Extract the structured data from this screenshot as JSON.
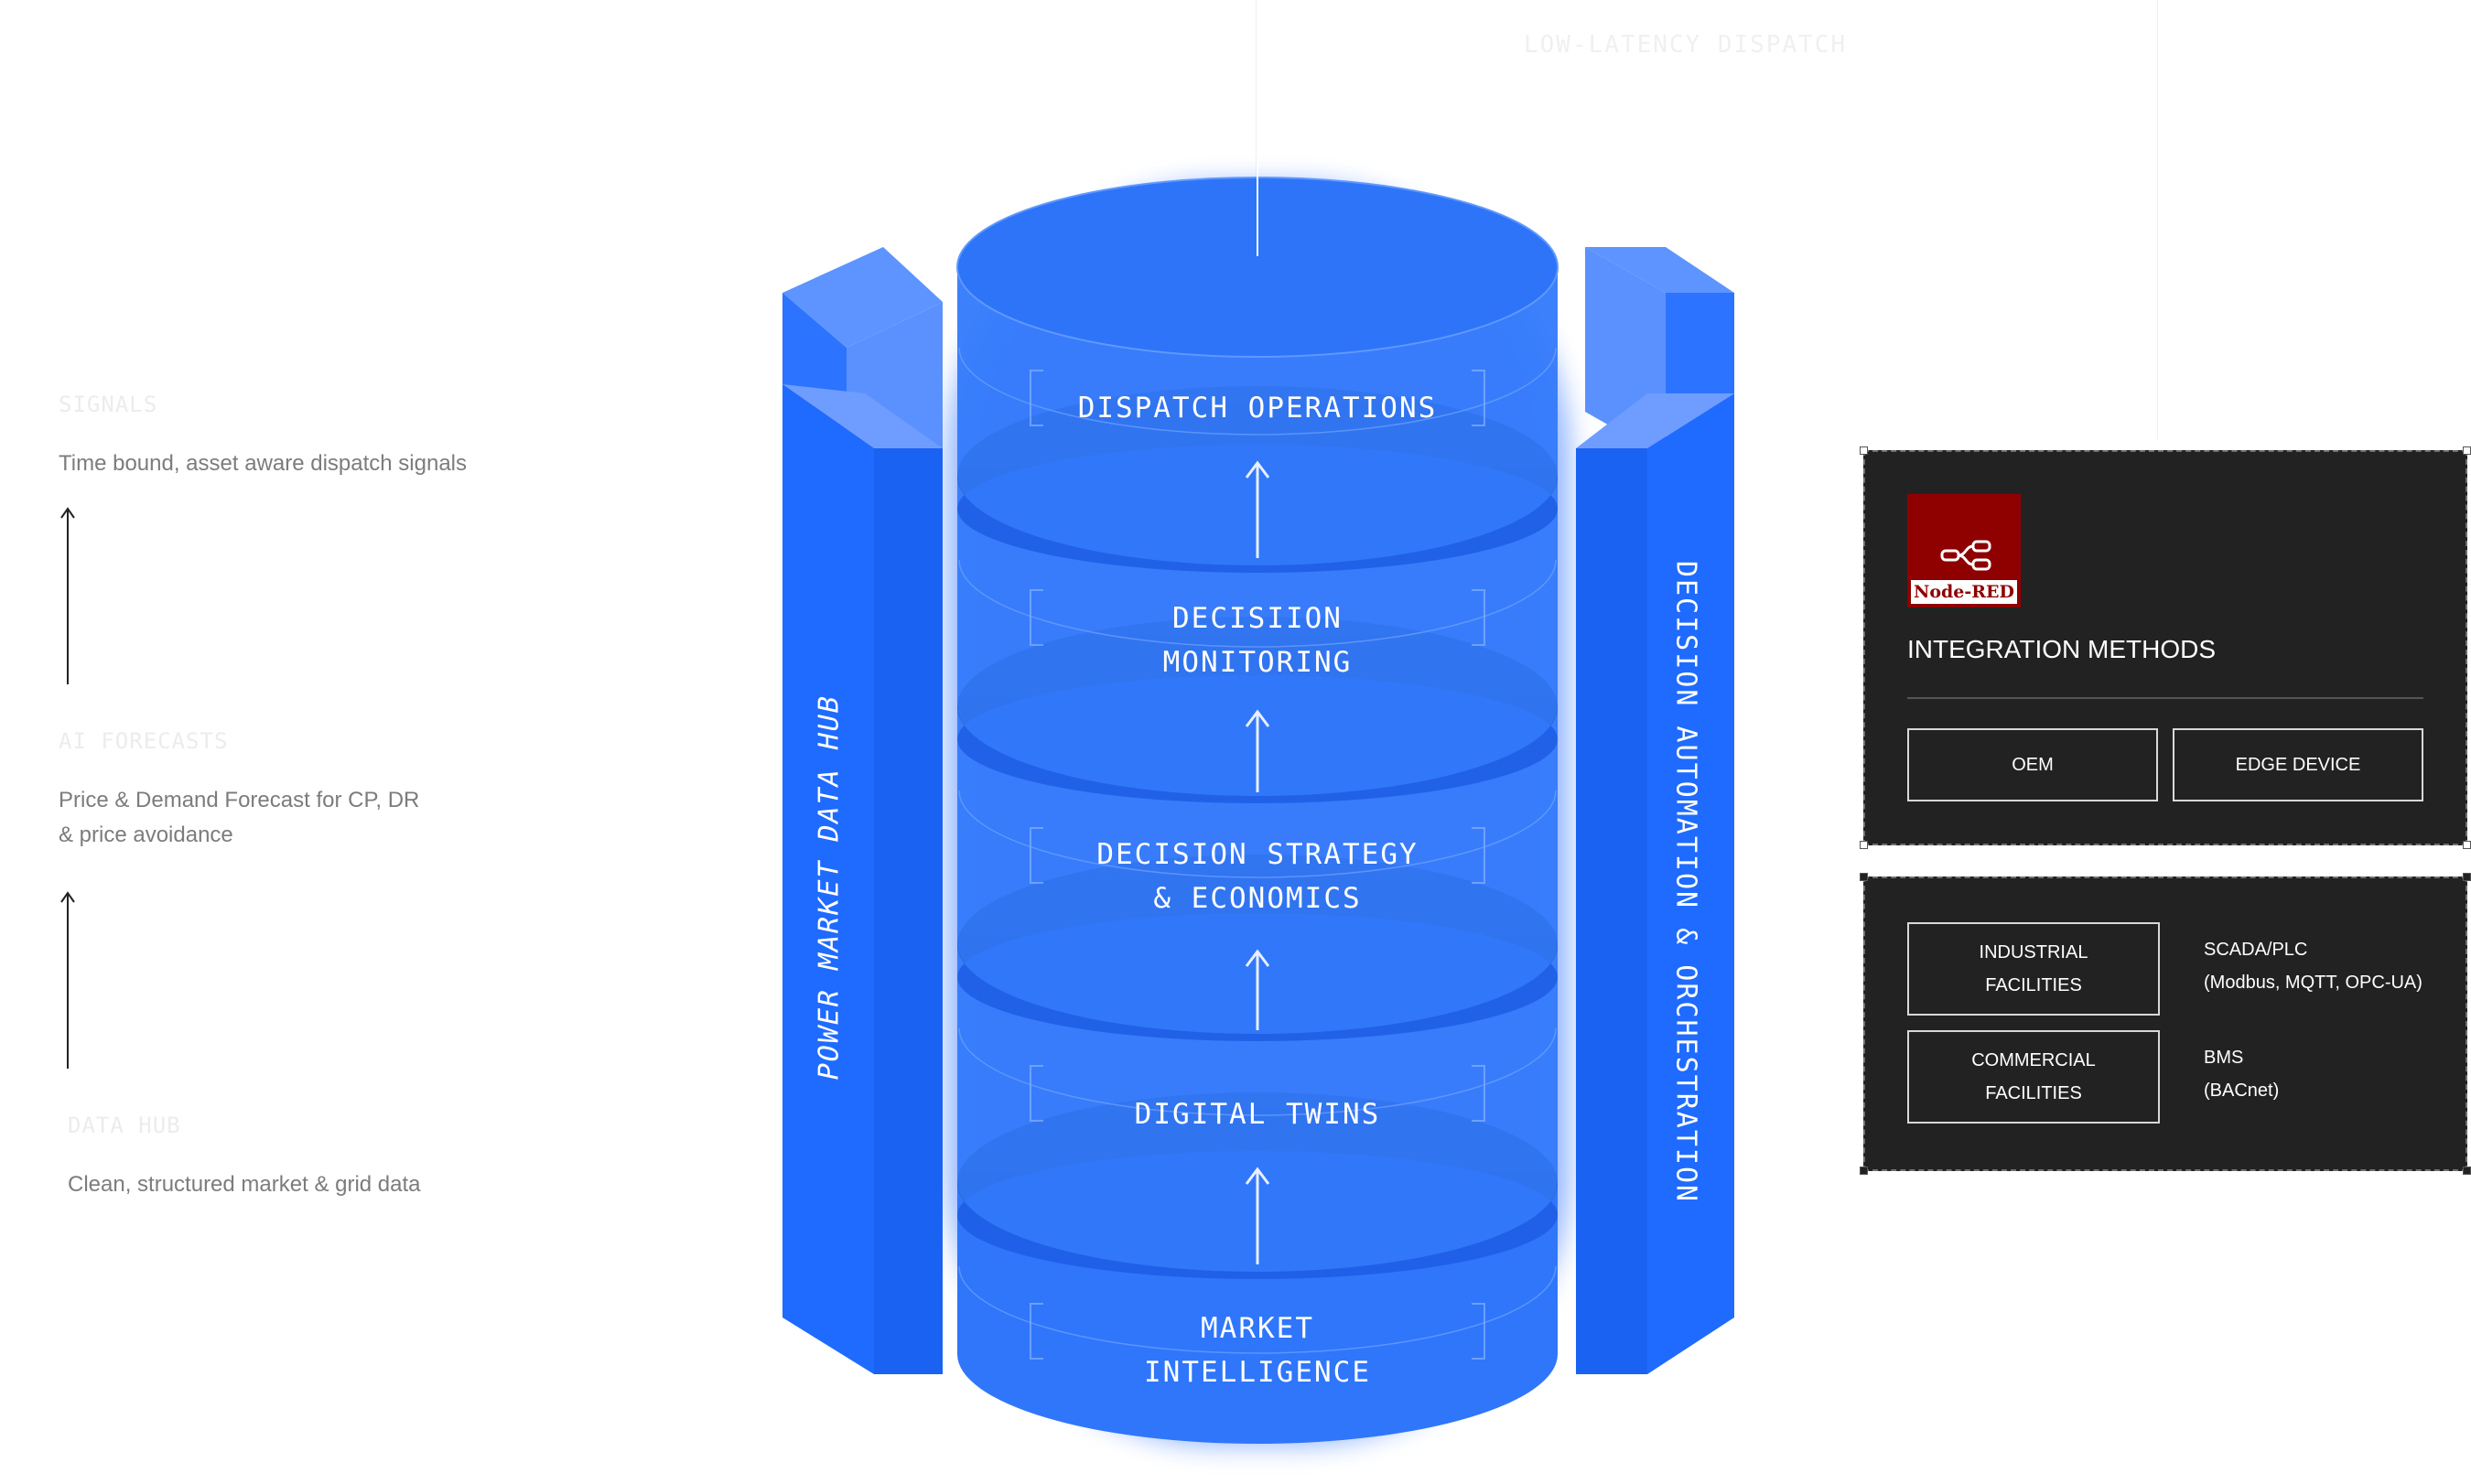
{
  "left_annotations": [
    {
      "tag": "SIGNALS",
      "description": "Time bound, asset aware dispatch signals"
    },
    {
      "tag": "AI FORECASTS",
      "description_lines": [
        "Price & Demand Forecast for CP, DR",
        "& price avoidance"
      ]
    },
    {
      "tag": "DATA HUB",
      "description": "Clean, structured market & grid data"
    }
  ],
  "stack": {
    "layers": [
      {
        "label_lines": [
          "DISPATCH OPERATIONS"
        ]
      },
      {
        "label_lines": [
          "DECISIION",
          "MONITORING"
        ]
      },
      {
        "label_lines": [
          "DECISION STRATEGY",
          "& ECONOMICS"
        ]
      },
      {
        "label_lines": [
          "DIGITAL TWINS"
        ]
      },
      {
        "label_lines": [
          "MARKET",
          "INTELLIGENCE"
        ]
      }
    ],
    "left_pillar_label": "POWER MARKET DATA HUB",
    "right_pillar_label": "DECISION AUTOMATION & ORCHESTRATION"
  },
  "ghost_panel": {
    "text": "LOW-LATENCY DISPATCH"
  },
  "integration_panel": {
    "logo_text": "Node-RED",
    "title": "INTEGRATION METHODS",
    "methods": [
      "OEM",
      "EDGE DEVICE"
    ]
  },
  "facilities_panel": {
    "rows": [
      {
        "facility_lines": [
          "INDUSTRIAL",
          "FACILITIES"
        ],
        "protocol_lines": [
          "SCADA/PLC",
          "(Modbus, MQTT, OPC-UA)"
        ]
      },
      {
        "facility_lines": [
          "COMMERCIAL",
          "FACILITIES"
        ],
        "protocol_lines": [
          "BMS",
          "(BACnet)"
        ]
      }
    ]
  },
  "colors": {
    "accent_blue": "#2d74f8",
    "pillar_blue": "#1f6bff",
    "dark_panel": "#222222",
    "logo_red": "#8f0000"
  },
  "icons": [
    "up-arrow-icon",
    "node-red-flow-icon"
  ]
}
